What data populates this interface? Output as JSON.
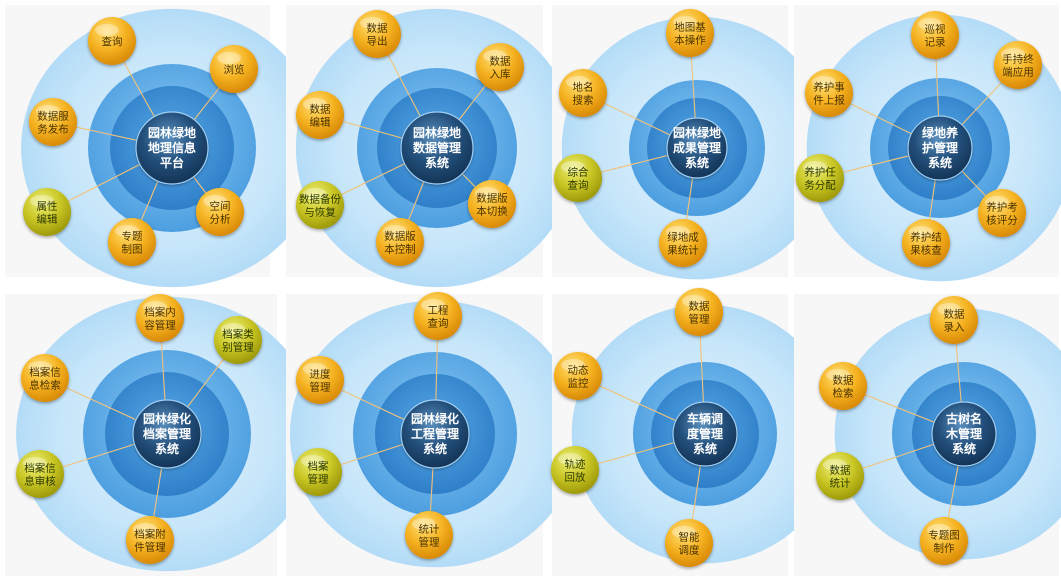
{
  "colors": {
    "halo": "#cfeafb",
    "ring": "#6fb6ec",
    "ring_inner": "#3d8fd6",
    "core": "#1e4f7d",
    "node_orange": "#f0a71c",
    "node_green": "#c6c423",
    "spoke": "#f2c27a"
  },
  "panels": [
    {
      "id": "p1",
      "center_lines": [
        "园林绿地",
        "地理信息",
        "平台"
      ],
      "nodes": [
        {
          "lines": [
            "查询"
          ],
          "color": "orange"
        },
        {
          "lines": [
            "浏览"
          ],
          "color": "orange"
        },
        {
          "lines": [
            "数据服",
            "务发布"
          ],
          "color": "orange"
        },
        {
          "lines": [
            "空间",
            "分析"
          ],
          "color": "orange"
        },
        {
          "lines": [
            "属性",
            "编辑"
          ],
          "color": "green"
        },
        {
          "lines": [
            "专题",
            "制图"
          ],
          "color": "orange"
        }
      ]
    },
    {
      "id": "p2",
      "center_lines": [
        "园林绿地",
        "数据管理",
        "系统"
      ],
      "nodes": [
        {
          "lines": [
            "数据",
            "导出"
          ],
          "color": "orange"
        },
        {
          "lines": [
            "数据",
            "入库"
          ],
          "color": "orange"
        },
        {
          "lines": [
            "数据",
            "编辑"
          ],
          "color": "orange"
        },
        {
          "lines": [
            "数据版",
            "本切换"
          ],
          "color": "orange"
        },
        {
          "lines": [
            "数据备份",
            "与恢复"
          ],
          "color": "green"
        },
        {
          "lines": [
            "数据版",
            "本控制"
          ],
          "color": "orange"
        }
      ]
    },
    {
      "id": "p3",
      "center_lines": [
        "园林绿地",
        "成果管理",
        "系统"
      ],
      "nodes": [
        {
          "lines": [
            "地图基",
            "本操作"
          ],
          "color": "orange"
        },
        {
          "lines": [
            "地名",
            "搜索"
          ],
          "color": "orange"
        },
        {
          "lines": [
            "综合",
            "查询"
          ],
          "color": "green"
        },
        {
          "lines": [
            "绿地成",
            "果统计"
          ],
          "color": "orange"
        }
      ]
    },
    {
      "id": "p4",
      "center_lines": [
        "绿地养",
        "护管理",
        "系统"
      ],
      "nodes": [
        {
          "lines": [
            "巡视",
            "记录"
          ],
          "color": "orange"
        },
        {
          "lines": [
            "手持终",
            "端应用"
          ],
          "color": "orange"
        },
        {
          "lines": [
            "养护事",
            "件上报"
          ],
          "color": "orange"
        },
        {
          "lines": [
            "养护任",
            "务分配"
          ],
          "color": "green"
        },
        {
          "lines": [
            "养护考",
            "核评分"
          ],
          "color": "orange"
        },
        {
          "lines": [
            "养护结",
            "果核查"
          ],
          "color": "orange"
        }
      ]
    },
    {
      "id": "p5",
      "center_lines": [
        "园林绿化",
        "档案管理",
        "系统"
      ],
      "nodes": [
        {
          "lines": [
            "档案内",
            "容管理"
          ],
          "color": "orange"
        },
        {
          "lines": [
            "档案类",
            "别管理"
          ],
          "color": "green"
        },
        {
          "lines": [
            "档案信",
            "息检索"
          ],
          "color": "orange"
        },
        {
          "lines": [
            "档案信",
            "息审核"
          ],
          "color": "green"
        },
        {
          "lines": [
            "档案附",
            "件管理"
          ],
          "color": "orange"
        }
      ]
    },
    {
      "id": "p6",
      "center_lines": [
        "园林绿化",
        "工程管理",
        "系统"
      ],
      "nodes": [
        {
          "lines": [
            "工程",
            "查询"
          ],
          "color": "orange"
        },
        {
          "lines": [
            "进度",
            "管理"
          ],
          "color": "orange"
        },
        {
          "lines": [
            "档案",
            "管理"
          ],
          "color": "green"
        },
        {
          "lines": [
            "统计",
            "管理"
          ],
          "color": "orange"
        }
      ]
    },
    {
      "id": "p7",
      "center_lines": [
        "车辆调",
        "度管理",
        "系统"
      ],
      "nodes": [
        {
          "lines": [
            "数据",
            "管理"
          ],
          "color": "orange"
        },
        {
          "lines": [
            "动态",
            "监控"
          ],
          "color": "orange"
        },
        {
          "lines": [
            "轨迹",
            "回放"
          ],
          "color": "green"
        },
        {
          "lines": [
            "智能",
            "调度"
          ],
          "color": "orange"
        }
      ]
    },
    {
      "id": "p8",
      "center_lines": [
        "古树名",
        "木管理",
        "系统"
      ],
      "nodes": [
        {
          "lines": [
            "数据",
            "录入"
          ],
          "color": "orange"
        },
        {
          "lines": [
            "数据",
            "检索"
          ],
          "color": "orange"
        },
        {
          "lines": [
            "数据",
            "统计"
          ],
          "color": "green"
        },
        {
          "lines": [
            "专题图",
            "制作"
          ],
          "color": "orange"
        }
      ]
    }
  ]
}
